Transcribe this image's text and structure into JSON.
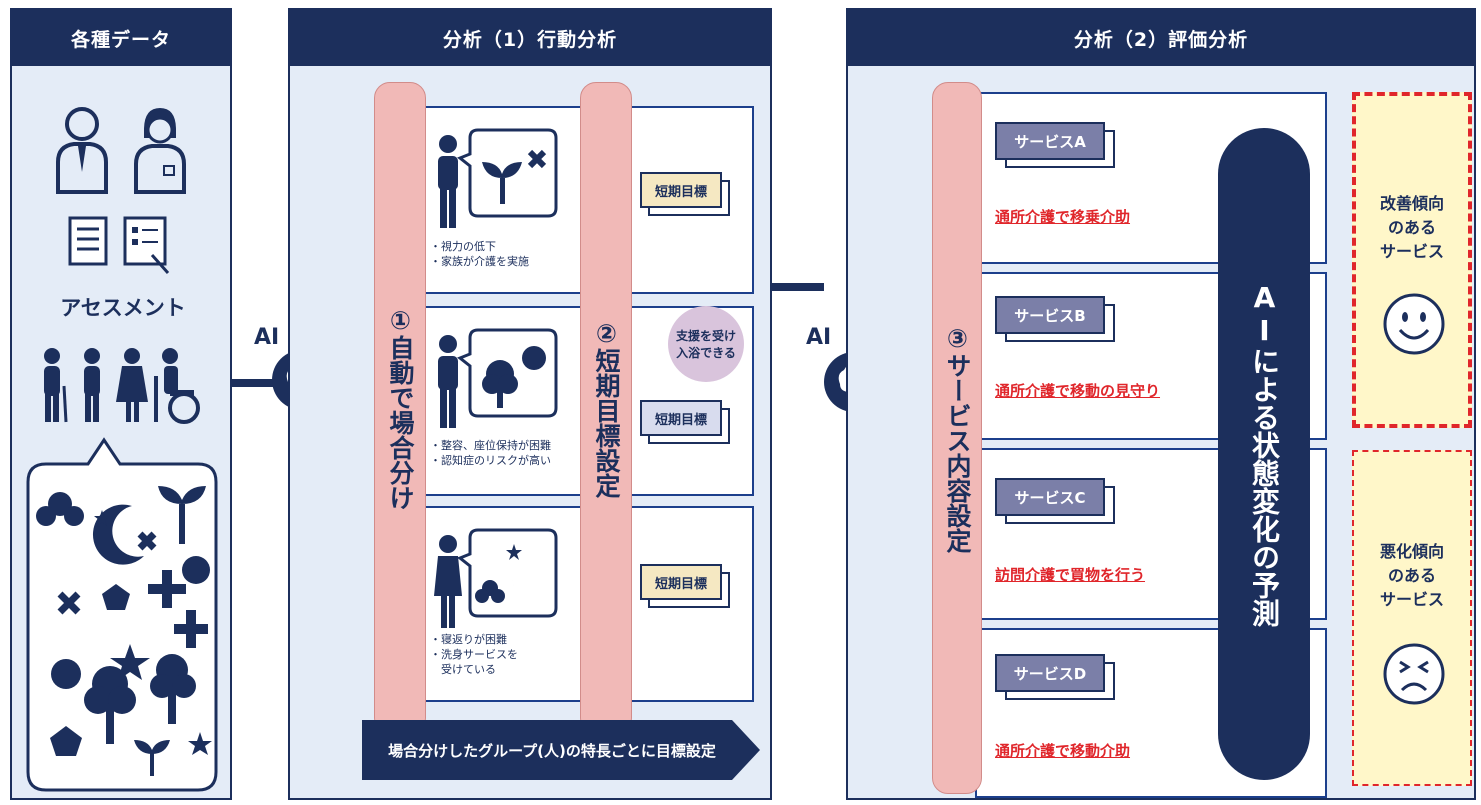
{
  "panel_data": {
    "title": "各種データ",
    "assessment_label": "アセスメント"
  },
  "ai_label": "AI",
  "panel_behavior": {
    "title": "分析（1）行動分析",
    "auto_label": "①自動で場合分け",
    "short_goal_setting": "②短期目標設定",
    "groups": [
      {
        "notes": [
          "・視力の低下",
          "・家族が介護を実施"
        ],
        "goal": "短期目標"
      },
      {
        "notes": [
          "・整容、座位保持が困難",
          "・認知症のリスクが高い"
        ],
        "goal": "短期目標",
        "bubble": [
          "支援を受け",
          "入浴できる"
        ]
      },
      {
        "notes": [
          "・寝返りが困難",
          "・洗身サービスを",
          "　受けている"
        ],
        "goal": "短期目標"
      }
    ],
    "footer": "場合分けしたグループ(人)の特長ごとに目標設定"
  },
  "panel_eval": {
    "title": "分析（2）評価分析",
    "service_setting": "③サービス内容設定",
    "services": [
      {
        "name": "サービスA",
        "desc": "通所介護で移乗介助"
      },
      {
        "name": "サービスB",
        "desc": "通所介護で移動の見守り"
      },
      {
        "name": "サービスC",
        "desc": "訪問介護で買物を行う"
      },
      {
        "name": "サービスD",
        "desc": "通所介護で移動介助"
      }
    ],
    "prediction": "AIによる状態変化の予測",
    "improve": [
      "改善傾向",
      "のある",
      "サービス"
    ],
    "worsen": [
      "悪化傾向",
      "のある",
      "サービス"
    ]
  },
  "colors": {
    "navy": "#1c2f5c",
    "pink": "#f1b9b7",
    "red": "#e0262b",
    "yellow": "#fff7c9",
    "light_blue": "#e4ecf7"
  },
  "icons": [
    "person-suit-icon",
    "nurse-icon",
    "document-icon",
    "clipboard-icon",
    "elderly-people-icon",
    "wheelchair-icon",
    "brain-icon",
    "sprout-icon",
    "tree-icon",
    "moon-icon",
    "smile-face-icon",
    "frown-face-icon"
  ]
}
